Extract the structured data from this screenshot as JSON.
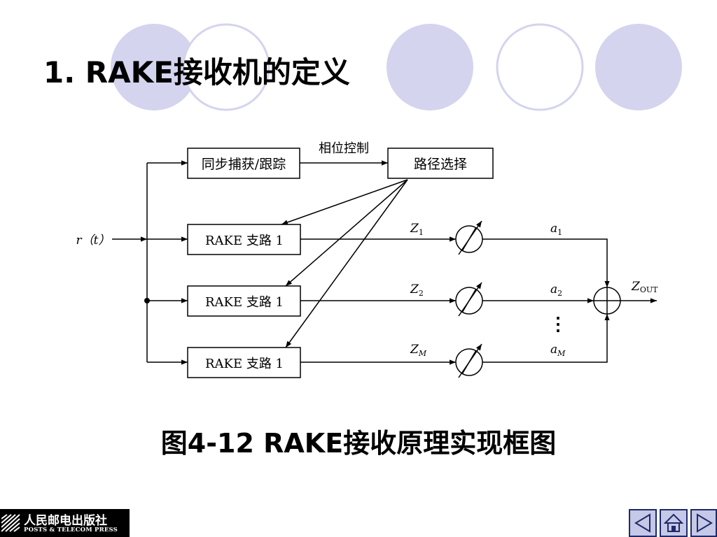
{
  "title": "1.  RAKE接收机的定义",
  "caption": "图4-12  RAKE接收原理实现框图",
  "diagram": {
    "sync_box": "同步捕获/跟踪",
    "phase_control_label": "相位控制",
    "path_select_box": "路径选择",
    "input_label": "r（t）",
    "branch_label": "RAKE 支路 1",
    "z1": "Z",
    "z1_sub": "1",
    "z2": "Z",
    "z2_sub": "2",
    "zm": "Z",
    "zm_sub": "M",
    "a1": "a",
    "a1_sub": "1",
    "a2": "a",
    "a2_sub": "2",
    "am": "a",
    "am_sub": "M",
    "dots": "⋮",
    "zout": "Z",
    "zout_sub": "OUT"
  },
  "publisher": {
    "name_cn": "人民邮电出版社",
    "name_en": "POSTS & TELECOM PRESS"
  },
  "nav": {
    "prev_icon": "triangle-left-icon",
    "home_icon": "home-icon",
    "next_icon": "triangle-right-icon"
  },
  "colors": {
    "decor_circle": "#d4d4ee",
    "nav_bg": "#c5c8e6",
    "nav_border": "#1f2a6b"
  }
}
